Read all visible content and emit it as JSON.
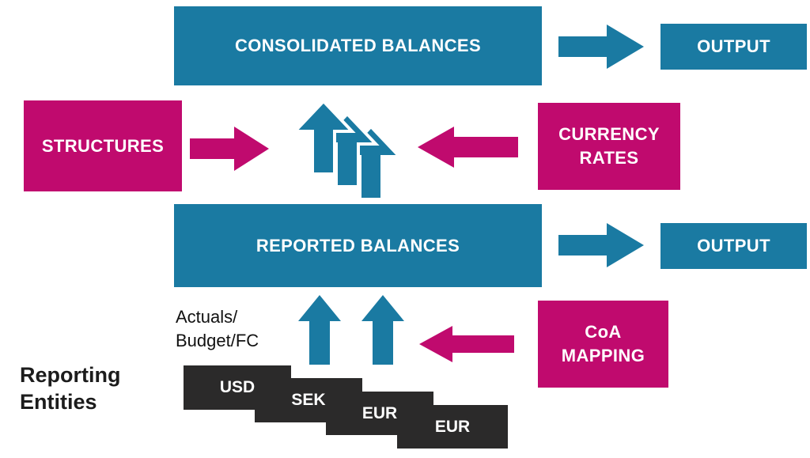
{
  "colors": {
    "teal": "#1A7AA2",
    "magenta": "#C00A6E",
    "dark": "#2B2A2A"
  },
  "nodes": {
    "consolidated_balances": "CONSOLIDATED BALANCES",
    "output_top": "OUTPUT",
    "structures": "STRUCTURES",
    "currency_rates": "CURRENCY\nRATES",
    "reported_balances": "REPORTED BALANCES",
    "output_bottom": "OUTPUT",
    "coa_mapping": "CoA\nMAPPING"
  },
  "labels": {
    "actuals": "Actuals/\nBudget/FC",
    "reporting_entities": "Reporting\nEntities"
  },
  "entities": [
    "USD",
    "SEK",
    "EUR",
    "EUR"
  ]
}
